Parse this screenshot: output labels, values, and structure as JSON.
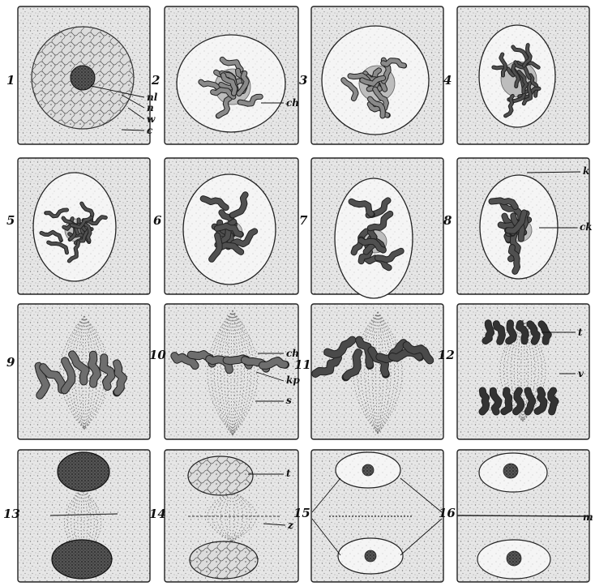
{
  "panels": [
    {
      "number": "1"
    },
    {
      "number": "2"
    },
    {
      "number": "3"
    },
    {
      "number": "4"
    },
    {
      "number": "5"
    },
    {
      "number": "6"
    },
    {
      "number": "7"
    },
    {
      "number": "8"
    },
    {
      "number": "9"
    },
    {
      "number": "10"
    },
    {
      "number": "11"
    },
    {
      "number": "12"
    },
    {
      "number": "13"
    },
    {
      "number": "14"
    },
    {
      "number": "15"
    },
    {
      "number": "16"
    }
  ],
  "labels": {
    "nl": "nl",
    "n": "n",
    "w": "w",
    "c": "c",
    "ch_3": "ch",
    "k": "k",
    "ck": "ck",
    "ch_10": "ch",
    "kp": "kp",
    "s": "s",
    "t_12": "t",
    "v": "v",
    "t_14": "t",
    "z": "z",
    "m": "m"
  },
  "colors": {
    "ink": "#111111",
    "paper": "#ffffff",
    "stipple": "#8a8a8a",
    "panel_fill": "#e4e4e4",
    "nucleus_fill": "#f4f4f4"
  }
}
